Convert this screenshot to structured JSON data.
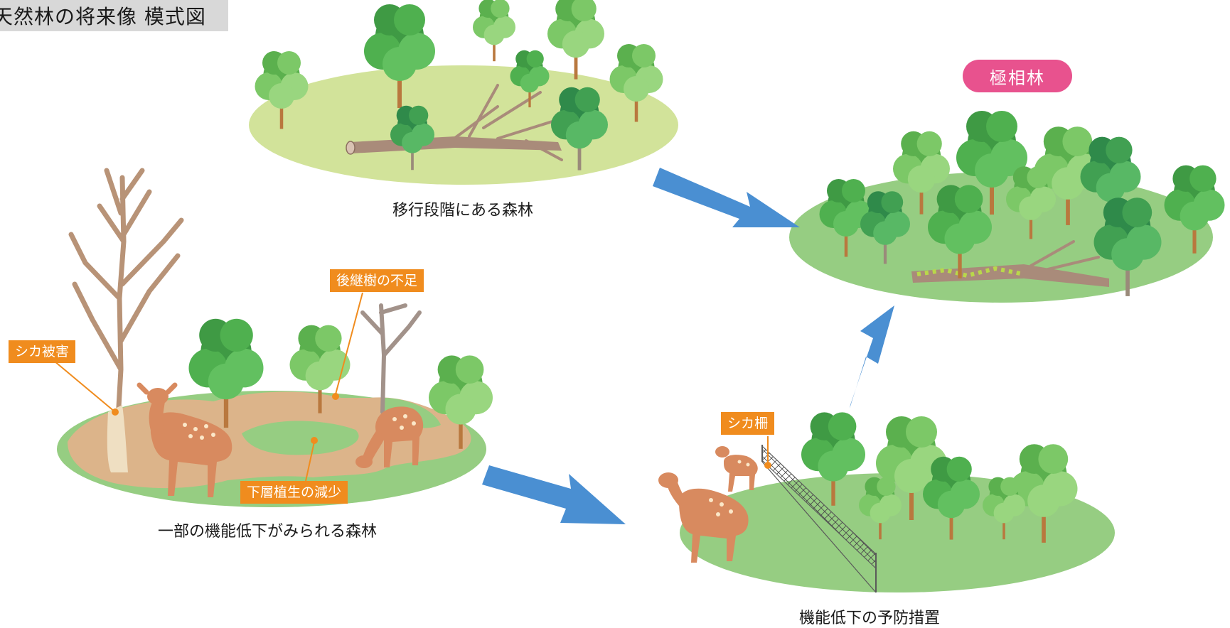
{
  "title": "天然林の将来像 模式図",
  "badge_climax": "極相林",
  "captions": {
    "transition": "移行段階にある森林",
    "degraded": "一部の機能低下がみられる森林",
    "prevention": "機能低下の予防措置"
  },
  "labels": {
    "deer_damage": "シカ被害",
    "successor_shortage": "後継樹の不足",
    "understory_decline": "下層植生の減少",
    "deer_fence": "シカ柵"
  },
  "colors": {
    "ground_light": "#d2e39a",
    "ground_green": "#96cd82",
    "bare_soil": "#dcb48a",
    "arrow": "#4a8fd2",
    "tag": "#f08c1e",
    "badge": "#e8528e"
  }
}
